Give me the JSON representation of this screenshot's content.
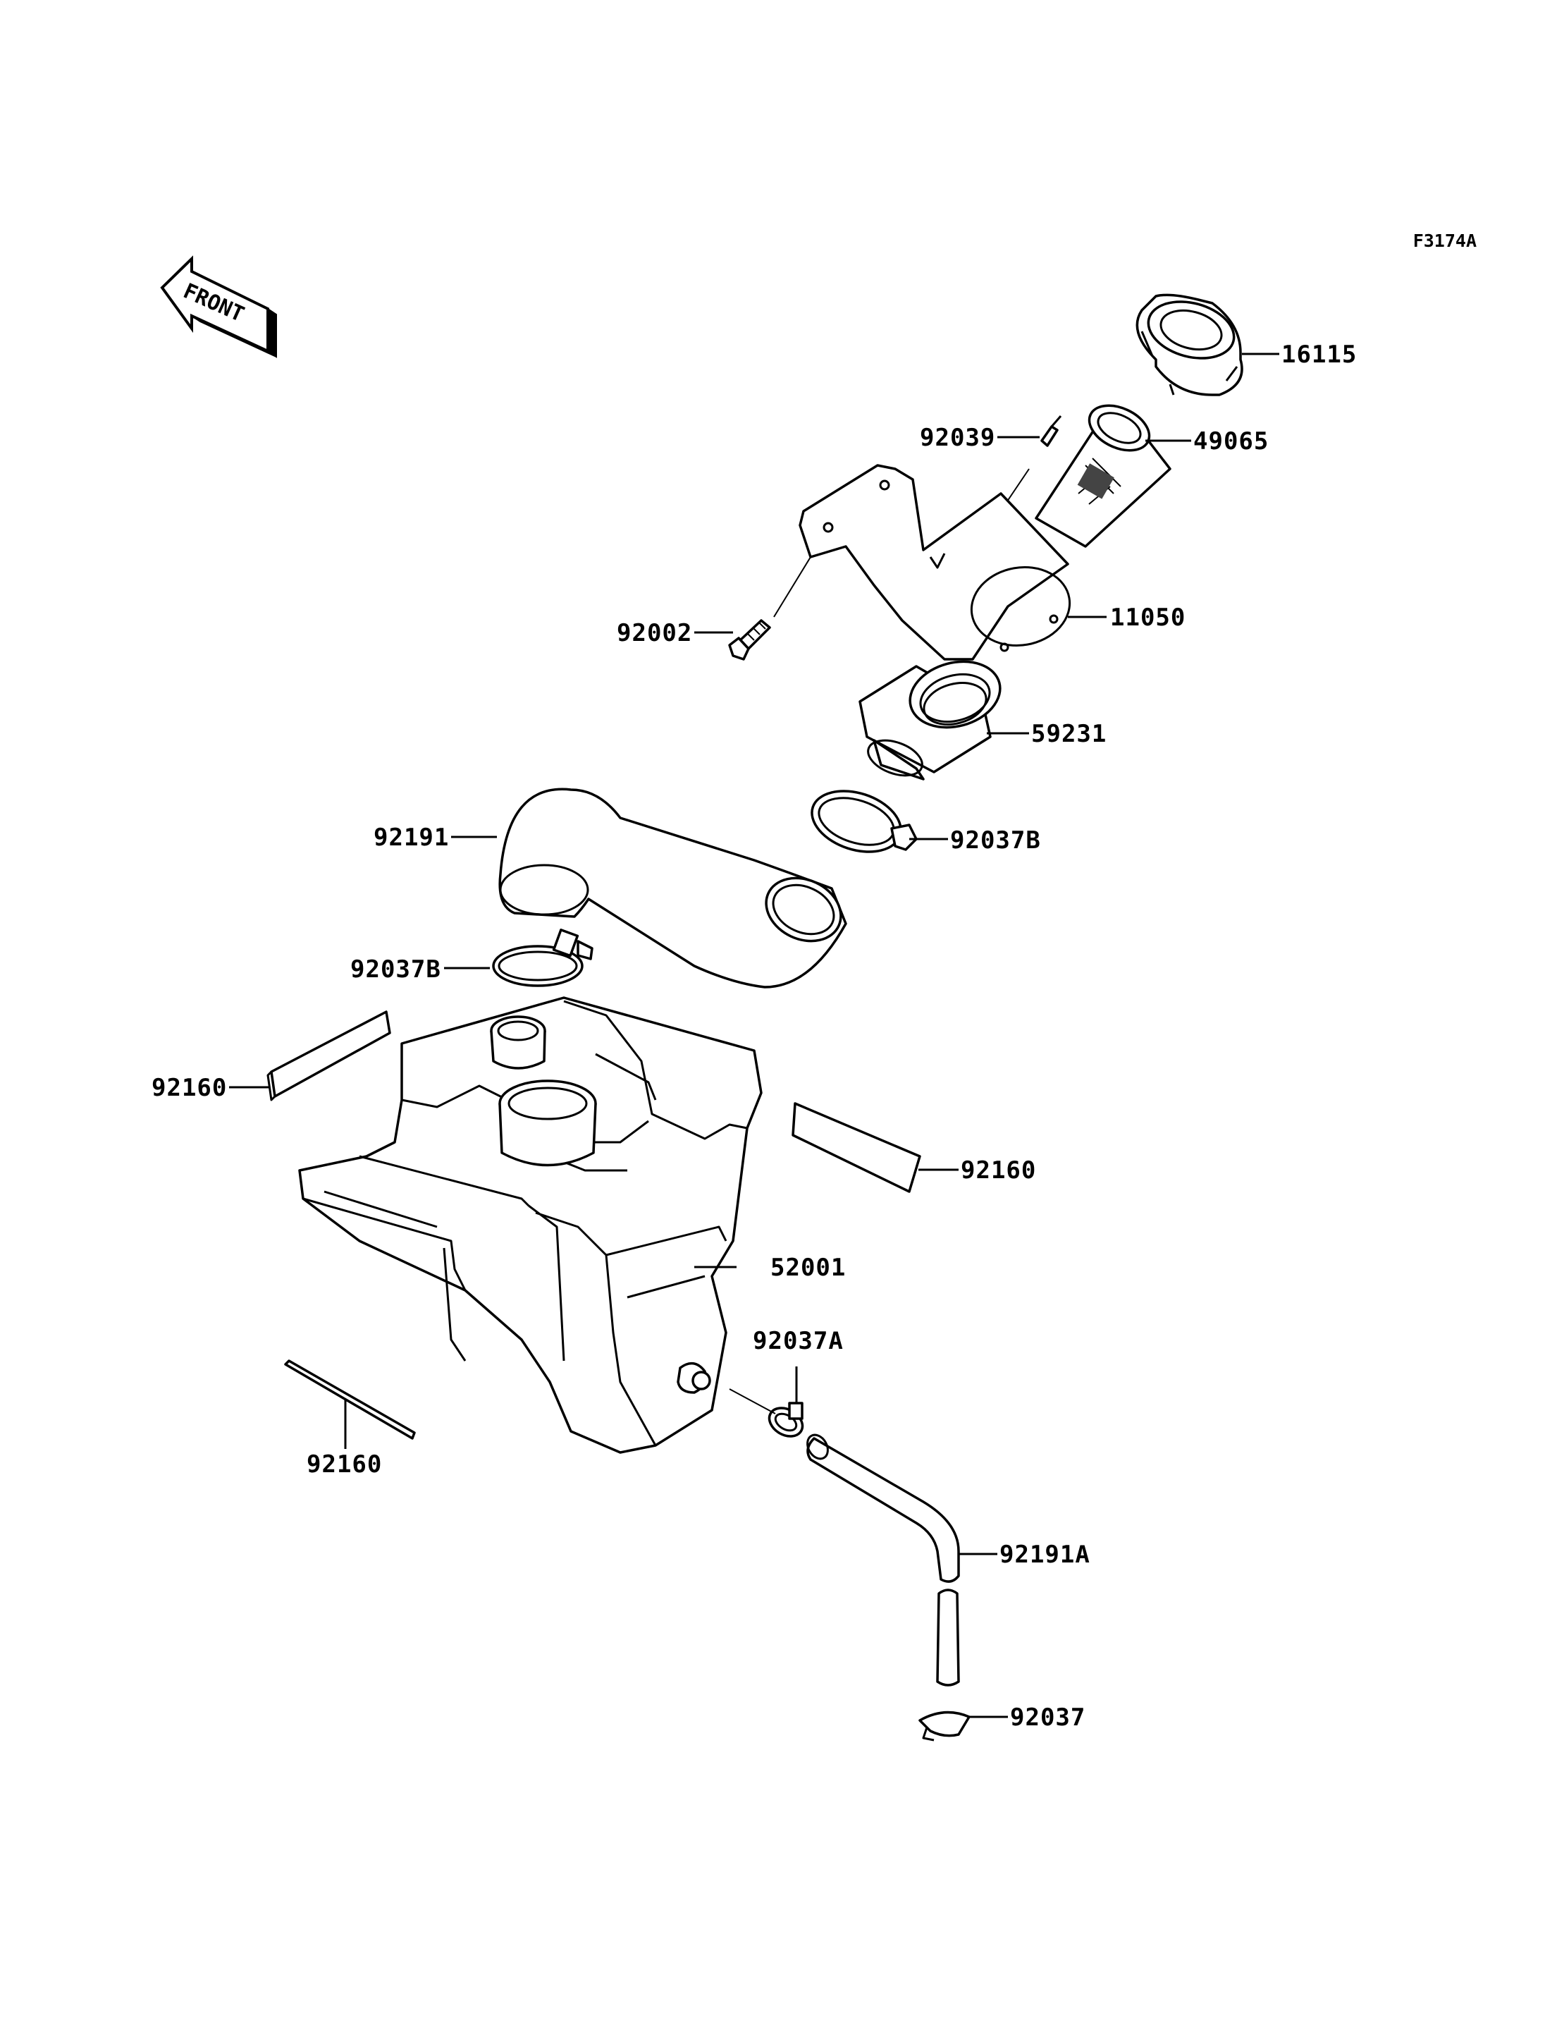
{
  "drawing_code": "F3174A",
  "front_arrow_text": "FRONT",
  "callouts": {
    "p16115": "16115",
    "p49065": "49065",
    "p92039": "92039",
    "p11050": "11050",
    "p92002": "92002",
    "p59231": "59231",
    "p92191": "92191",
    "p92037b_upper": "92037B",
    "p92037b_lower": "92037B",
    "p92160_left": "92160",
    "p92160_right": "92160",
    "p52001": "52001",
    "p92037a": "92037A",
    "p92160_bottom": "92160",
    "p92191a": "92191A",
    "p92037": "92037"
  }
}
